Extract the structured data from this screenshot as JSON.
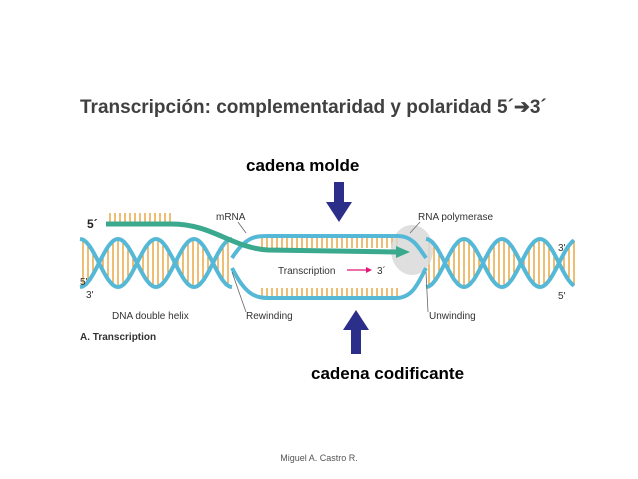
{
  "slide": {
    "title": "Transcripción: complementaridad y polaridad 5´➔3´",
    "label_template": "cadena molde",
    "label_coding": "cadena codificante",
    "footer": "Miguel A. Castro R."
  },
  "figure": {
    "mrna_label": "mRNA",
    "polymerase_label": "RNA polymerase",
    "five_prime_mrna": "5´",
    "transcription_label": "Transcription",
    "three_prime_transcription": "3´",
    "left_five": "5'",
    "left_three": "3'",
    "right_three": "3'",
    "right_five": "5'",
    "dna_helix_label": "DNA double helix",
    "rewinding_label": "Rewinding",
    "unwinding_label": "Unwinding",
    "caption": "A. Transcription"
  },
  "colors": {
    "strand_blue": "#55b8d6",
    "mrna_green": "#3aa98e",
    "base_orange": "#e59a2a",
    "arrow_navy": "#2b2f8a",
    "transcription_arrow": "#e0187c",
    "polymerase_gray": "#d9d9d9"
  }
}
